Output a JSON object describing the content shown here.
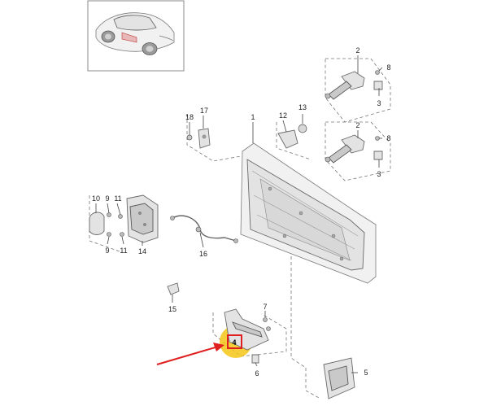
{
  "diagram": {
    "callouts": {
      "c1": "1",
      "c2a": "2",
      "c2b": "2",
      "c3a": "3",
      "c3b": "3",
      "c4": "4",
      "c5": "5",
      "c6": "6",
      "c7": "7",
      "c8a": "8",
      "c8b": "8",
      "c9a": "9",
      "c9b": "9",
      "c10": "10",
      "c11a": "11",
      "c11b": "11",
      "c12": "12",
      "c13": "13",
      "c14": "14",
      "c15": "15",
      "c16": "16",
      "c17": "17",
      "c18": "18"
    },
    "highlight": {
      "callout": "4",
      "circle_color": "#f5c518",
      "box_color": "#e02020",
      "arrow_color": "#e02020"
    },
    "vehicle_thumbnail_icon": "car-thumbnail-icon"
  }
}
